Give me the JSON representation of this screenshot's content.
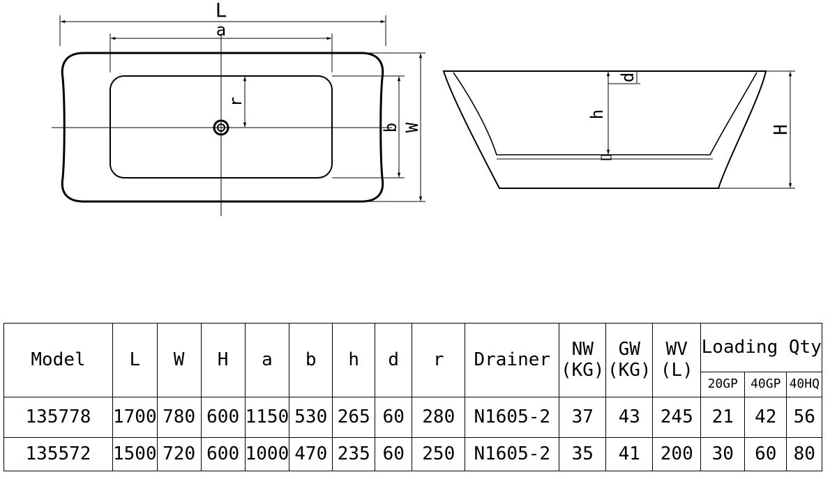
{
  "drawing": {
    "top_view_labels": {
      "L": "L",
      "a": "a",
      "r": "r",
      "b": "b",
      "W": "W"
    },
    "side_view_labels": {
      "d": "d",
      "h": "h",
      "H": "H"
    }
  },
  "table": {
    "headers": {
      "model": "Model",
      "L": "L",
      "W": "W",
      "H": "H",
      "a": "a",
      "b": "b",
      "h": "h",
      "d": "d",
      "r": "r",
      "drainer": "Drainer",
      "nw_1": "NW",
      "nw_2": "(KG)",
      "gw_1": "GW",
      "gw_2": "(KG)",
      "wv_1": "WV",
      "wv_2": "(L)",
      "loading_qty": "Loading Qty",
      "gp20": "20GP",
      "gp40": "40GP",
      "hq40": "40HQ"
    },
    "rows": [
      [
        "135778",
        "1700",
        "780",
        "600",
        "1150",
        "530",
        "265",
        "60",
        "280",
        "N1605-2",
        "37",
        "43",
        "245",
        "21",
        "42",
        "56"
      ],
      [
        "135572",
        "1500",
        "720",
        "600",
        "1000",
        "470",
        "235",
        "60",
        "250",
        "N1605-2",
        "35",
        "41",
        "200",
        "30",
        "60",
        "80"
      ]
    ]
  }
}
